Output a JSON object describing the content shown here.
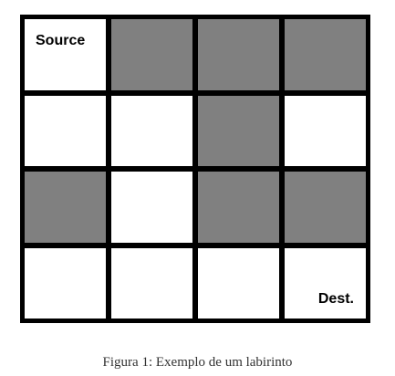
{
  "maze": {
    "rows": 4,
    "cols": 4,
    "cells": [
      [
        {
          "wall": false,
          "label": "Source",
          "label_pos": "top-left"
        },
        {
          "wall": true
        },
        {
          "wall": true
        },
        {
          "wall": true
        }
      ],
      [
        {
          "wall": false
        },
        {
          "wall": false
        },
        {
          "wall": true
        },
        {
          "wall": false
        }
      ],
      [
        {
          "wall": true
        },
        {
          "wall": false
        },
        {
          "wall": true
        },
        {
          "wall": true
        }
      ],
      [
        {
          "wall": false
        },
        {
          "wall": false
        },
        {
          "wall": false
        },
        {
          "wall": false,
          "label": "Dest.",
          "label_pos": "bottom-right"
        }
      ]
    ],
    "colors": {
      "wall": "#808080",
      "open": "#ffffff",
      "border": "#000000"
    }
  },
  "caption": "Figura 1: Exemplo de um labirinto"
}
